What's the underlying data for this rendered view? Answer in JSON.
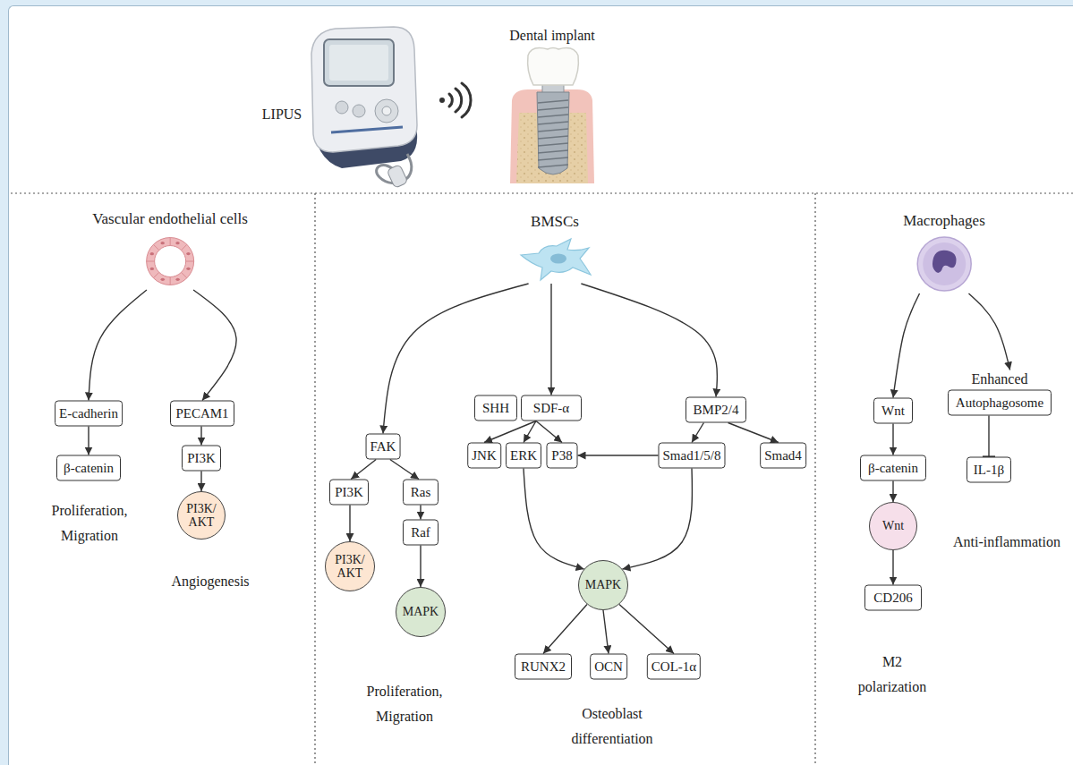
{
  "diagram": {
    "nodes": [
      {
        "text": [
          "Vascular endothelial cells"
        ]
      },
      {
        "text": [
          "E-cadherin"
        ]
      },
      {
        "text": [
          "β-catenin"
        ]
      },
      {
        "text": [
          "PECAM1"
        ]
      },
      {
        "text": [
          "PI3K"
        ]
      },
      {
        "text": [
          "PI3K/AKT"
        ]
      },
      {
        "text": [
          "BMSCs"
        ]
      },
      {
        "text": [
          "FAK"
        ]
      },
      {
        "text": [
          "PI3K"
        ]
      },
      {
        "text": [
          "Ras"
        ]
      },
      {
        "text": [
          "PI3K/AKT"
        ]
      },
      {
        "text": [
          "Raf"
        ]
      },
      {
        "text": [
          "MAPK"
        ]
      },
      {
        "text": [
          "SHH"
        ]
      },
      {
        "text": [
          "SDF-α"
        ]
      },
      {
        "text": [
          "JNK"
        ]
      },
      {
        "text": [
          "ERK"
        ]
      },
      {
        "text": [
          "P38"
        ]
      },
      {
        "text": [
          "BMP2/4"
        ]
      },
      {
        "text": [
          "Smad1/5/8"
        ]
      },
      {
        "text": [
          "Smad4"
        ]
      },
      {
        "text": [
          "MAPK"
        ]
      },
      {
        "text": [
          "RUNX2"
        ]
      },
      {
        "text": [
          "OCN"
        ]
      },
      {
        "text": [
          "COL-1α"
        ]
      },
      {
        "text": [
          "Macrophages"
        ]
      },
      {
        "text": [
          "Wnt"
        ]
      },
      {
        "text": [
          "Enhanced",
          "Autophagosome"
        ]
      },
      {
        "text": [
          "β-catenin"
        ]
      },
      {
        "text": [
          "IL-1β"
        ]
      },
      {
        "text": [
          "Wnt"
        ]
      },
      {
        "text": [
          "CD206"
        ]
      }
    ],
    "edges": [
      {
        "from": 0,
        "to": 1,
        "arrow": "to"
      },
      {
        "from": 0,
        "to": 3,
        "arrow": "to"
      },
      {
        "from": 1,
        "to": 2,
        "arrow": "to"
      },
      {
        "from": 3,
        "to": 4,
        "arrow": "to"
      },
      {
        "from": 4,
        "to": 5,
        "arrow": "to"
      },
      {
        "from": 6,
        "to": 7,
        "arrow": "to"
      },
      {
        "from": 6,
        "to": 14,
        "arrow": "to"
      },
      {
        "from": 6,
        "to": 18,
        "arrow": "to"
      },
      {
        "from": 7,
        "to": 8,
        "arrow": "to"
      },
      {
        "from": 7,
        "to": 9,
        "arrow": "to"
      },
      {
        "from": 8,
        "to": 10,
        "arrow": "to"
      },
      {
        "from": 9,
        "to": 11,
        "arrow": "to"
      },
      {
        "from": 11,
        "to": 12,
        "arrow": "to"
      },
      {
        "from": 14,
        "to": 15,
        "arrow": "to"
      },
      {
        "from": 14,
        "to": 16,
        "arrow": "to"
      },
      {
        "from": 14,
        "to": 17,
        "arrow": "to"
      },
      {
        "from": 18,
        "to": 19,
        "arrow": "to"
      },
      {
        "from": 18,
        "to": 20,
        "arrow": "to"
      },
      {
        "from": 19,
        "to": 17,
        "arrow": "to"
      },
      {
        "from": 16,
        "to": 21,
        "arrow": "to"
      },
      {
        "from": 19,
        "to": 21,
        "arrow": "to"
      },
      {
        "from": 21,
        "to": 22,
        "arrow": "to"
      },
      {
        "from": 21,
        "to": 23,
        "arrow": "to"
      },
      {
        "from": 21,
        "to": 24,
        "arrow": "to"
      },
      {
        "from": 25,
        "to": 26,
        "arrow": "to"
      },
      {
        "from": 25,
        "to": 27,
        "arrow": "to"
      },
      {
        "from": 26,
        "to": 28,
        "arrow": "to"
      },
      {
        "from": 28,
        "to": 30,
        "arrow": "to"
      },
      {
        "from": 30,
        "to": 31,
        "arrow": "to"
      },
      {
        "from": 27,
        "to": 29,
        "arrow": "to"
      }
    ],
    "labels": [
      "LIPUS",
      "Dental implant",
      "Proliferation, Migration",
      "Angiogenesis",
      "Proliferation, Migration",
      "Osteoblast differentiation",
      "Anti-inflammation",
      "M2 polarization"
    ]
  }
}
